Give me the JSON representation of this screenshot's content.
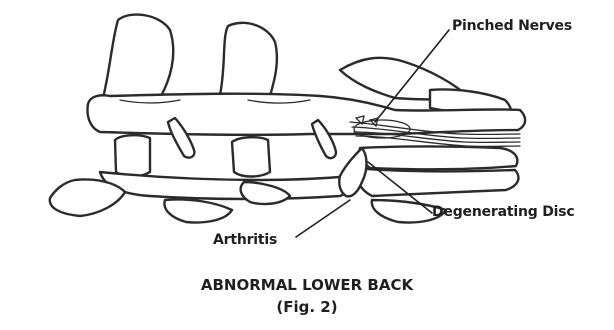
{
  "labels": {
    "pinched_nerves": "Pinched Nerves",
    "degenerating_disc": "Degenerating Disc",
    "arthritis": "Arthritis"
  },
  "caption": {
    "title": "ABNORMAL LOWER BACK",
    "figure": "(Fig. 2)"
  }
}
